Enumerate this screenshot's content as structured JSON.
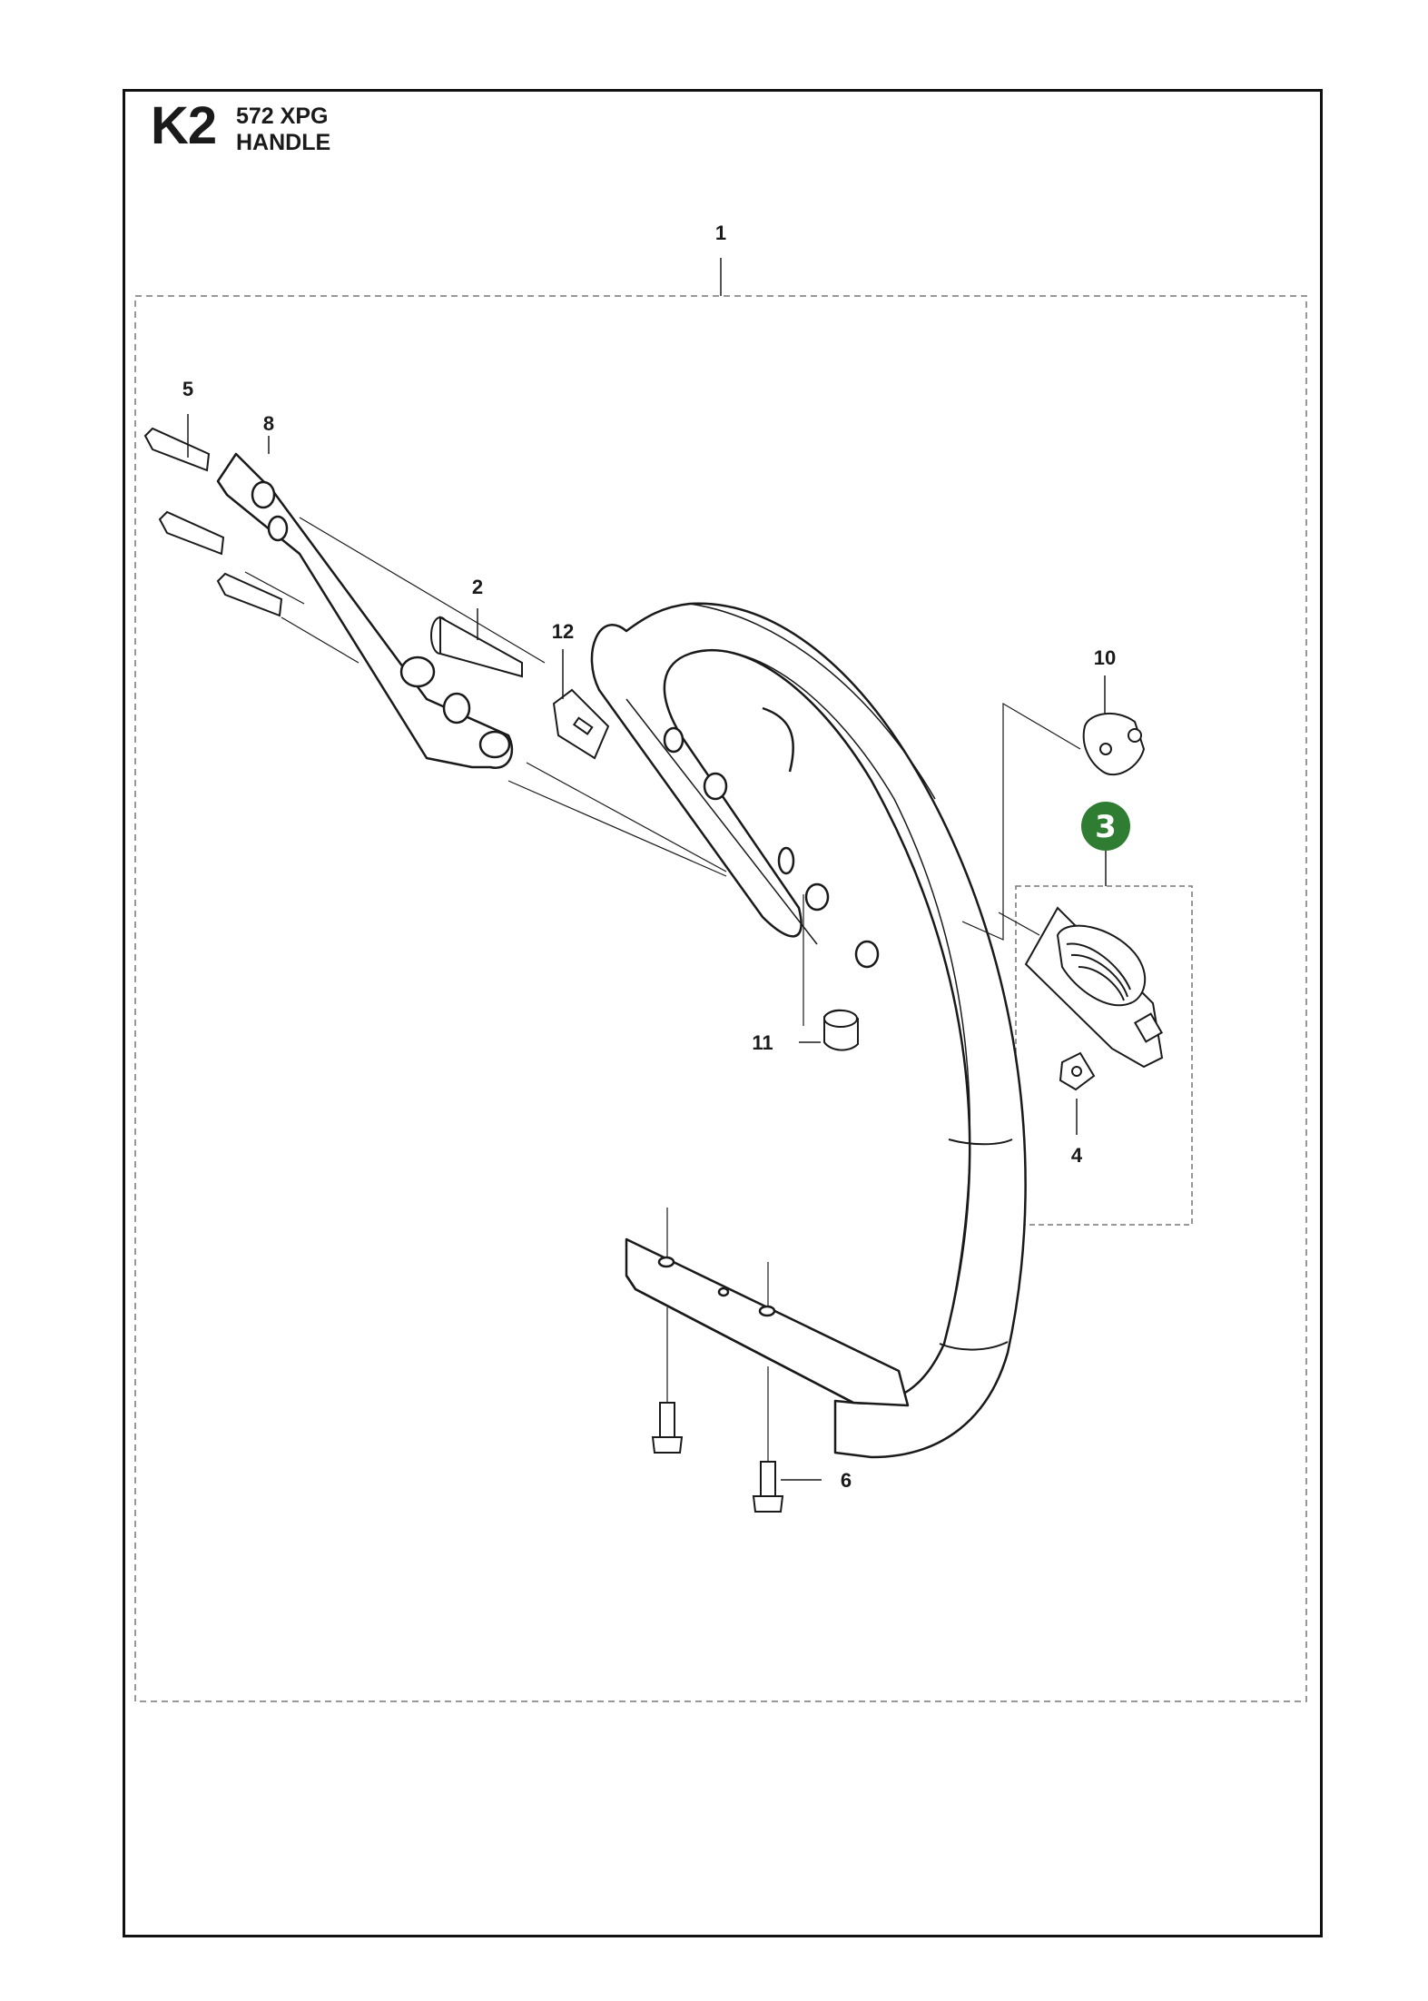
{
  "header": {
    "code": "K2",
    "model": "572 XPG",
    "section": "HANDLE"
  },
  "callouts": {
    "c1": "1",
    "c2": "2",
    "c3": "3",
    "c4": "4",
    "c5": "5",
    "c6": "6",
    "c8": "8",
    "c10": "10",
    "c11": "11",
    "c12": "12"
  },
  "colors": {
    "highlight_badge": "#2e7d32",
    "line": "#1a1a1a",
    "dashed_box": "#777777"
  }
}
